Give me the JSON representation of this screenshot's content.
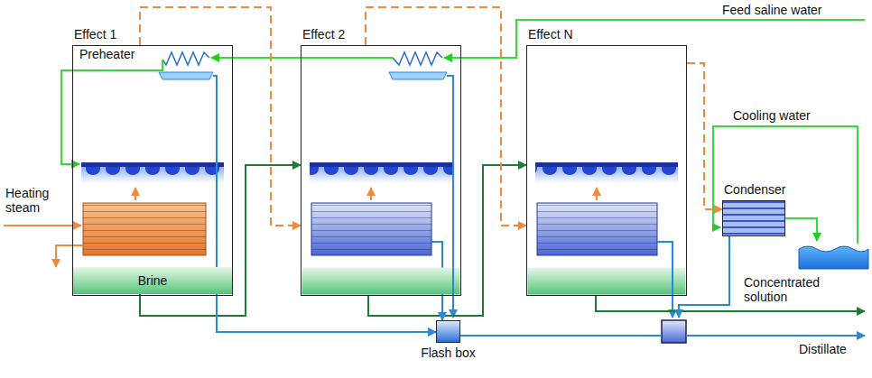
{
  "diagram": {
    "nodes": [
      {
        "text": [
          "Effect 1"
        ]
      },
      {
        "text": [
          "Brine"
        ],
        "in": 0
      },
      {
        "text": [
          "Effect 2"
        ]
      },
      {
        "text": [
          "Effect N"
        ]
      },
      {
        "text": [
          "Condenser"
        ]
      },
      {
        "text": [
          "Flash box"
        ]
      }
    ],
    "edges": [
      {
        "from": 1,
        "to": 2,
        "arrow": "to"
      },
      {
        "from": 2,
        "to": 3,
        "arrow": "to"
      },
      {
        "from": 0,
        "to": 2,
        "arrow": "to"
      },
      {
        "from": 2,
        "to": 3,
        "arrow": "to"
      },
      {
        "from": 3,
        "to": 4,
        "arrow": "to"
      },
      {
        "from": 0,
        "to": 5,
        "arrow": "to"
      },
      {
        "from": 2,
        "to": 5,
        "arrow": "to"
      }
    ],
    "labels": [
      "Preheater",
      "Feed saline water",
      "Heating steam",
      "Cooling water",
      "Concentrated solution",
      "Distillate"
    ]
  }
}
